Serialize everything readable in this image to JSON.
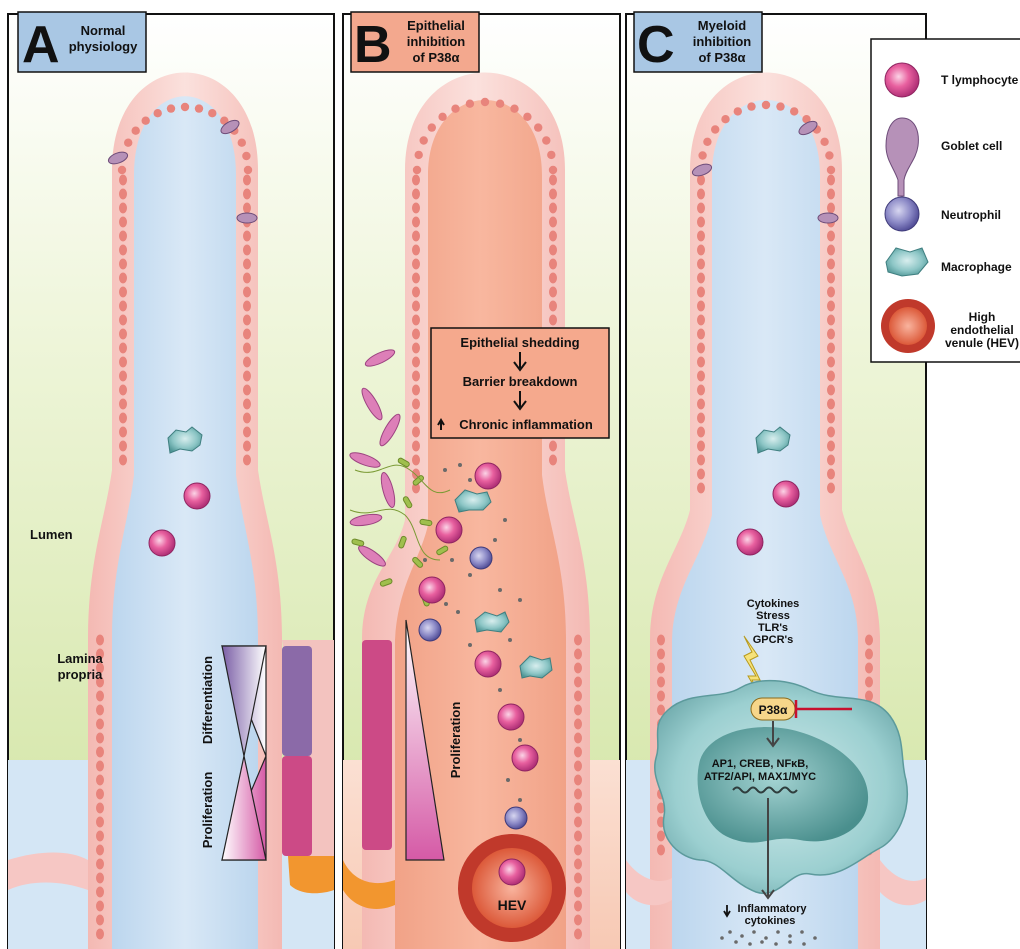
{
  "panels": [
    {
      "letter": "A",
      "title": [
        "Normal",
        "physiology"
      ],
      "color": "#a9c7e4"
    },
    {
      "letter": "B",
      "title": [
        "Epithelial",
        "inhibition",
        "of P38α"
      ],
      "color": "#f3a88e"
    },
    {
      "letter": "C",
      "title": [
        "Myeloid",
        "inhibition",
        "of P38α"
      ],
      "color": "#a9c7e4"
    }
  ],
  "panel_a": {
    "lumen": "Lumen",
    "lamina": [
      "Lamina",
      "propria"
    ],
    "differentiation": "Differentiation",
    "proliferation": "Proliferation"
  },
  "panel_b": {
    "flow": [
      "Epithelial shedding",
      "Barrier breakdown",
      "Chronic inflammation"
    ],
    "proliferation": "Proliferation",
    "hev": "HEV"
  },
  "panel_c": {
    "signals": [
      "Cytokines",
      "Stress",
      "TLR's",
      "GPCR's"
    ],
    "kinase": "P38α",
    "factors": [
      "AP1, CREB, NFκB,",
      "ATF2/API, MAX1/MYC"
    ],
    "output": [
      "Inflammatory",
      "cytokines"
    ]
  },
  "legend": [
    {
      "icon": "t-lymphocyte-icon",
      "label": [
        "T lymphocyte"
      ]
    },
    {
      "icon": "goblet-cell-icon",
      "label": [
        "Goblet cell"
      ]
    },
    {
      "icon": "neutrophil-icon",
      "label": [
        "Neutrophil"
      ]
    },
    {
      "icon": "macrophage-icon",
      "label": [
        "Macrophage"
      ]
    },
    {
      "icon": "hev-icon",
      "label": [
        "High",
        "endothelial",
        "venule (HEV)"
      ]
    }
  ],
  "colors": {
    "background_green": "#dcebb4",
    "lumen_blue": "#c8ddf0",
    "lumen_red": "#f19a7d",
    "epithelium": "#f6c7c4",
    "nucleus": "#e8847c",
    "t_cell": "#e3529b",
    "macrophage": "#8cc3c2",
    "neutrophil": "#7a78b8",
    "inhibitor": "#c8102e"
  }
}
